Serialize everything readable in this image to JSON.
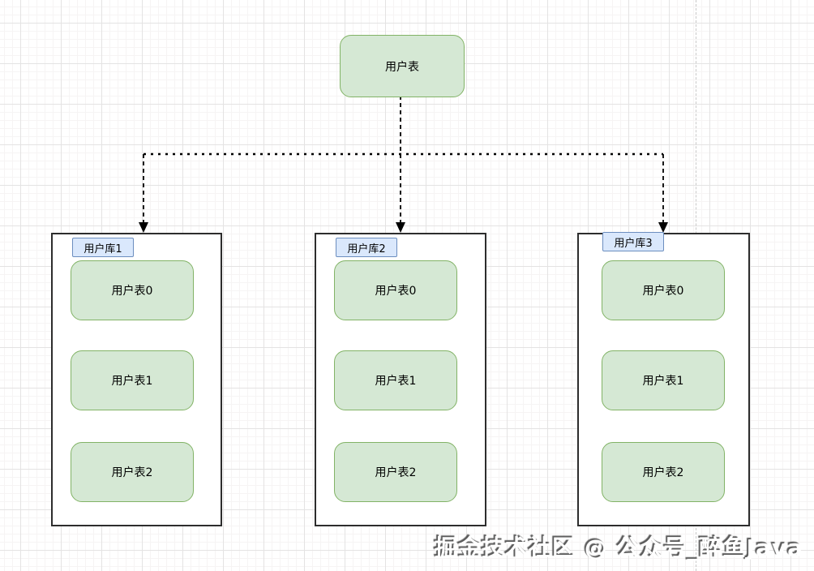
{
  "diagram": {
    "root_table": {
      "label": "用户表"
    },
    "databases": [
      {
        "label": "用户库1",
        "tables": [
          "用户表0",
          "用户表1",
          "用户表2"
        ]
      },
      {
        "label": "用户库2",
        "tables": [
          "用户表0",
          "用户表1",
          "用户表2"
        ]
      },
      {
        "label": "用户库3",
        "tables": [
          "用户表0",
          "用户表1",
          "用户表2"
        ]
      }
    ]
  },
  "watermark": {
    "text": "掘金技术社区 @ 公众号_醉鱼Java"
  },
  "colors": {
    "table-fill": "#d5e8d4",
    "table-border": "#82b366",
    "db-label-fill": "#dae8fc",
    "db-label-border": "#6c8ebf",
    "container-fill": "#ffffff",
    "container-border": "#2d2d2d",
    "connector": "#000000",
    "grid-minor": "#f6f4f4",
    "grid-major": "#e4e3e3",
    "page-divider": "#c9c9c9",
    "watermark-text": "#ffffff",
    "watermark-shadow": "#5a5a5a"
  }
}
